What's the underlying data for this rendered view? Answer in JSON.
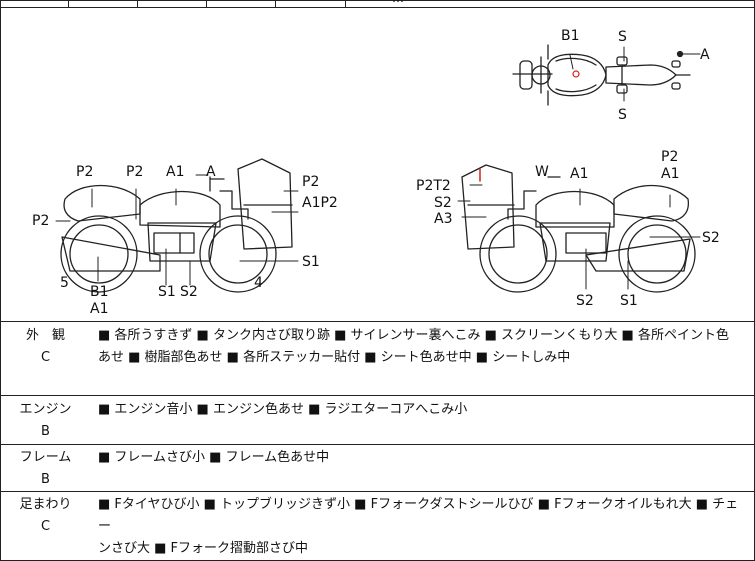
{
  "header_fragment": "…",
  "diagram": {
    "top_view": {
      "labels": [
        "B1",
        "S",
        "A",
        "S"
      ]
    },
    "left_view": {
      "labels": [
        "P2",
        "P2",
        "A1",
        "A",
        "P2",
        "A1P2",
        "P2",
        "S1",
        "5",
        "B1",
        "A1",
        "S1",
        "S2",
        "4"
      ]
    },
    "right_view": {
      "labels": [
        "W",
        "A1",
        "P2",
        "A1",
        "P2T2",
        "S2",
        "A3",
        "S2",
        "S2",
        "S1"
      ]
    }
  },
  "rows": [
    {
      "category": "外　観",
      "grade": "C",
      "lines": [
        "■ 各所うすきず ■ タンク内さび取り跡 ■ サイレンサー裏へこみ ■ スクリーンくもり大 ■ 各所ペイント色",
        "あせ ■ 樹脂部色あせ ■ 各所ステッカー貼付 ■ シート色あせ中 ■ シートしみ中"
      ]
    },
    {
      "category": "エンジン",
      "grade": "B",
      "lines": [
        "■ エンジン音小 ■ エンジン色あせ ■ ラジエターコアへこみ小"
      ]
    },
    {
      "category": "フレーム",
      "grade": "B",
      "lines": [
        "■ フレームさび小 ■ フレーム色あせ中"
      ]
    },
    {
      "category": "足まわり",
      "grade": "C",
      "lines": [
        "■ Fタイヤひび小 ■ トップブリッジきず小 ■ Fフォークダストシールひび ■ Fフォークオイルもれ大 ■ チェー",
        "ンさび大 ■ Fフォーク摺動部さび中"
      ]
    }
  ]
}
